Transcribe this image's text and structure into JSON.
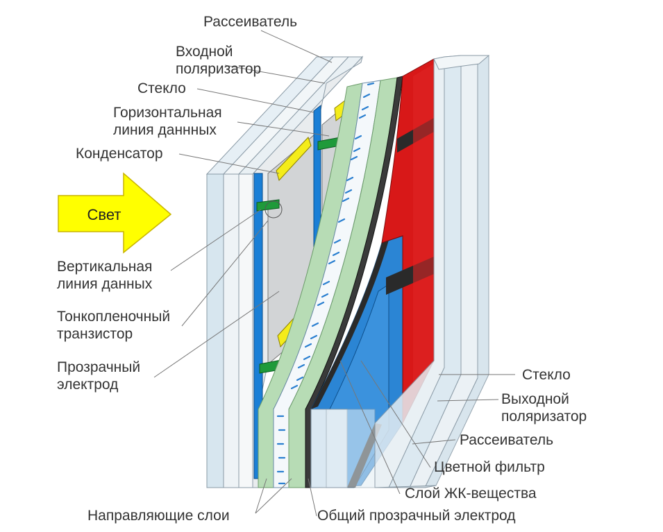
{
  "diagram": {
    "arrow_label": "Свет",
    "labels": {
      "diffuser_top": "Рассеиватель",
      "input_polarizer_1": "Входной",
      "input_polarizer_2": "поляризатор",
      "glass_top": "Стекло",
      "horizontal_line_1": "Горизонтальная",
      "horizontal_line_2": "линия даннных",
      "capacitor": "Конденсатор",
      "vertical_line_1": "Вертикальная",
      "vertical_line_2": "линия данных",
      "tft_1": "Тонкопленочный",
      "tft_2": "транзистор",
      "transparent_electrode_1": "Прозрачный",
      "transparent_electrode_2": "электрод",
      "glass_bottom": "Стекло",
      "output_polarizer_1": "Выходной",
      "output_polarizer_2": "поляризатор",
      "diffuser_bottom": "Рассеиватель",
      "color_filter": "Цветной фильтр",
      "lc_layer": "Слой ЖК-вещества",
      "guide_layers": "Направляющие слои",
      "common_electrode": "Общий прозрачный электрод"
    },
    "colors": {
      "arrow": "#ffff00",
      "glass": "#d7e6ef",
      "guide_layer": "#b7dcb5",
      "data_line": "#1a7fd6",
      "capacitor": "#f4ec1a",
      "red_filter": "#d81818",
      "blue_filter": "#2b85d4",
      "black_matrix": "#2a2a2a"
    }
  }
}
